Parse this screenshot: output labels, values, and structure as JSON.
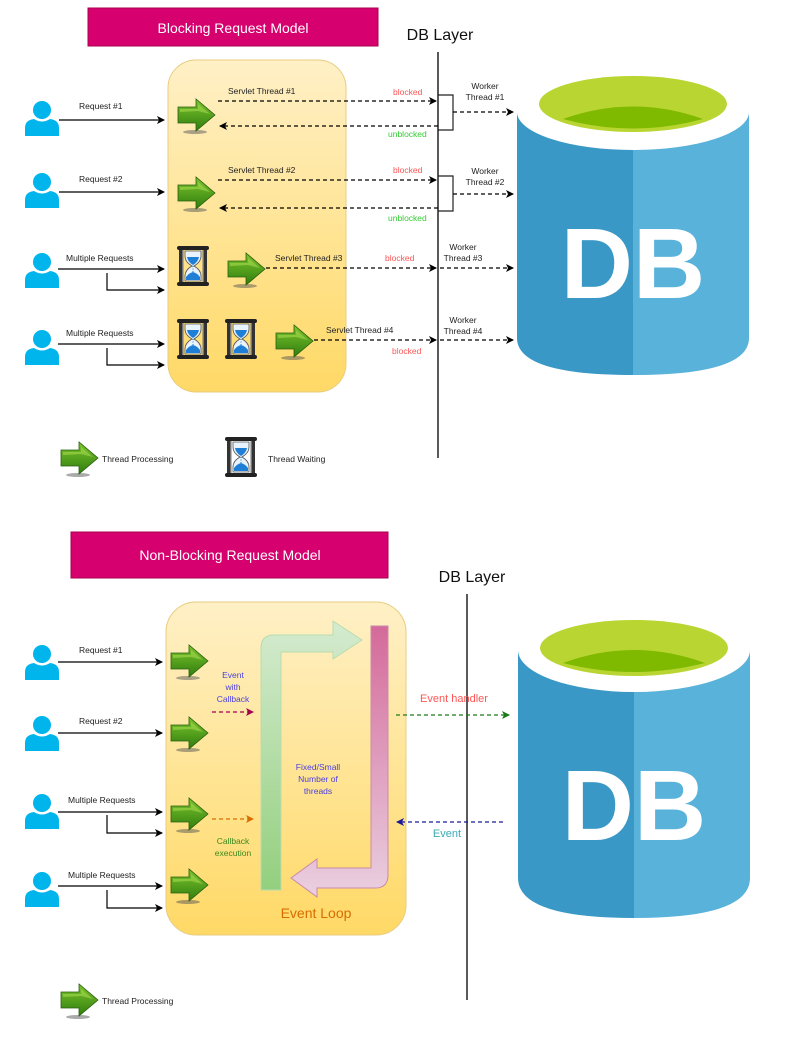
{
  "top": {
    "title": "Blocking Request Model",
    "db_layer_label": "DB Layer",
    "db_label": "DB",
    "rows": [
      {
        "request": "Request #1",
        "thread": "Servlet Thread #1",
        "status_out": "blocked",
        "status_back": "unblocked",
        "worker": [
          "Worker",
          "Thread #1"
        ]
      },
      {
        "request": "Request #2",
        "thread": "Servlet Thread #2",
        "status_out": "blocked",
        "status_back": "unblocked",
        "worker": [
          "Worker",
          "Thread #2"
        ]
      },
      {
        "request": "Multiple Requests",
        "thread": "Servlet Thread #3",
        "status_out": "blocked",
        "worker": [
          "Worker",
          "Thread #3"
        ]
      },
      {
        "request": "Multiple Requests",
        "thread": "Servlet Thread #4",
        "status_out": "blocked",
        "worker": [
          "Worker",
          "Thread #4"
        ]
      }
    ],
    "legend": {
      "processing": "Thread Processing",
      "waiting": "Thread Waiting"
    }
  },
  "bottom": {
    "title": "Non-Blocking Request Model",
    "db_layer_label": "DB Layer",
    "db_label": "DB",
    "requests": [
      "Request #1",
      "Request #2",
      "Multiple Requests",
      "Multiple Requests"
    ],
    "event_with_callback": [
      "Event",
      "with",
      "Callback"
    ],
    "callback_execution": [
      "Callback",
      "execution"
    ],
    "threads_note": [
      "Fixed/Small",
      "Number of",
      "threads"
    ],
    "event_loop": "Event Loop",
    "event_handler": "Event handler",
    "event": "Event",
    "legend": {
      "processing": "Thread Processing"
    }
  },
  "colors": {
    "title_bg": "#d6006e",
    "user": "#00b4ec",
    "container_top": "#fff0c6",
    "container_bottom": "#ffd966",
    "blocked": "#ff5555",
    "unblocked": "#33cc33",
    "db_dark": "#3a98c6",
    "db_light": "#58b2d9",
    "db_top": "#b9d531",
    "db_inner": "#7fba00"
  }
}
